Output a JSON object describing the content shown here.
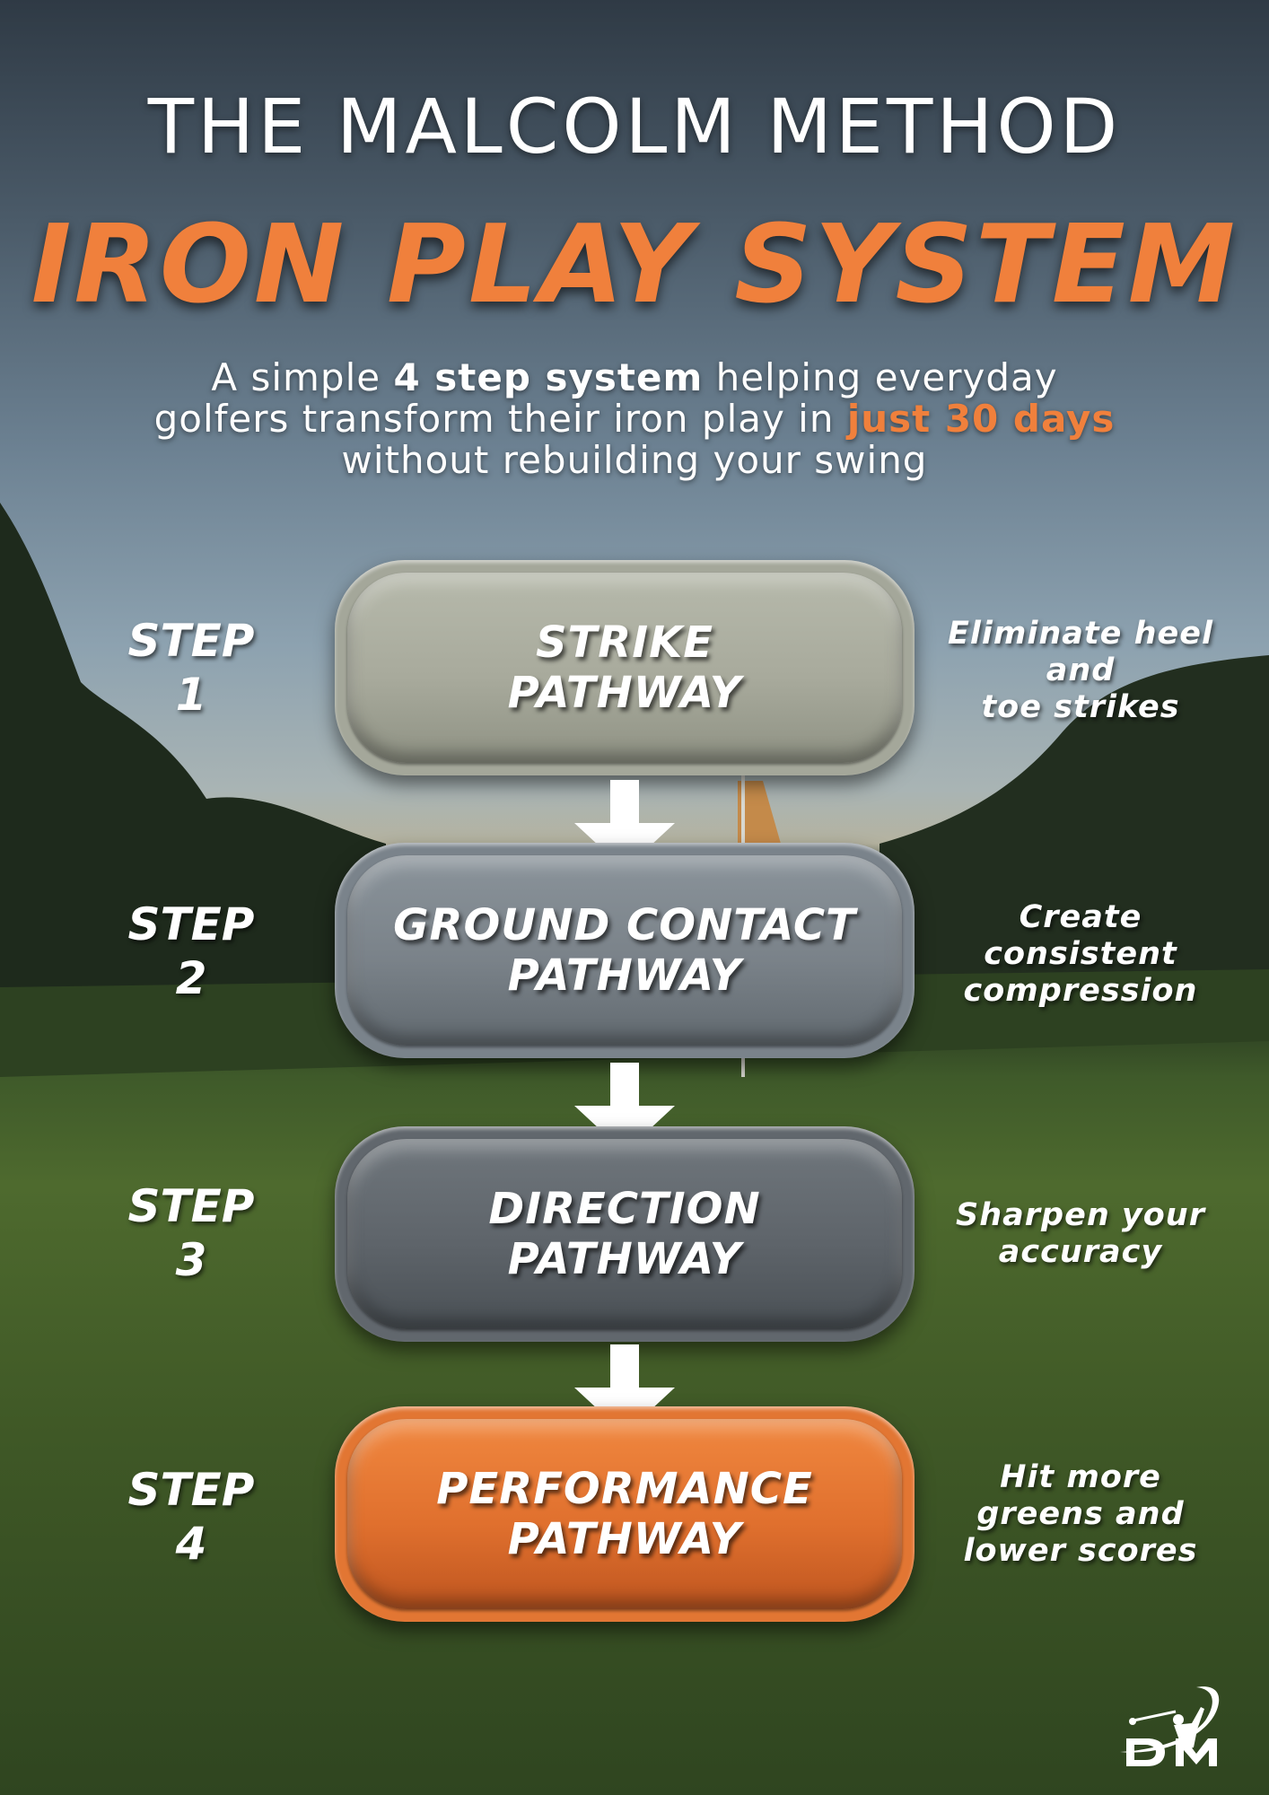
{
  "header": {
    "brand": "THE MALCOLM METHOD",
    "title": "IRON PLAY SYSTEM"
  },
  "subtitle": {
    "pre": "A simple ",
    "bold": "4 step system",
    "mid1": " helping everyday",
    "line2": "golfers transform their iron play in ",
    "highlight": "just 30 days",
    "line3": "without rebuilding your swing"
  },
  "steps": [
    {
      "label": "STEP",
      "number": "1",
      "title1": "STRIKE",
      "title2": "PATHWAY",
      "desc": [
        "Eliminate heel",
        "and",
        "toe strikes"
      ]
    },
    {
      "label": "STEP",
      "number": "2",
      "title1": "GROUND CONTACT",
      "title2": "PATHWAY",
      "desc": [
        "Create",
        "consistent",
        "compression"
      ]
    },
    {
      "label": "STEP",
      "number": "3",
      "title1": "DIRECTION",
      "title2": "PATHWAY",
      "desc": [
        "Sharpen your",
        "accuracy"
      ]
    },
    {
      "label": "STEP",
      "number": "4",
      "title1": "PERFORMANCE",
      "title2": "PATHWAY",
      "desc": [
        "Hit more",
        "greens and",
        "lower scores"
      ]
    }
  ],
  "logo": {
    "text": "DM"
  },
  "colors": {
    "accent": "#f0803c",
    "white": "#ffffff"
  }
}
